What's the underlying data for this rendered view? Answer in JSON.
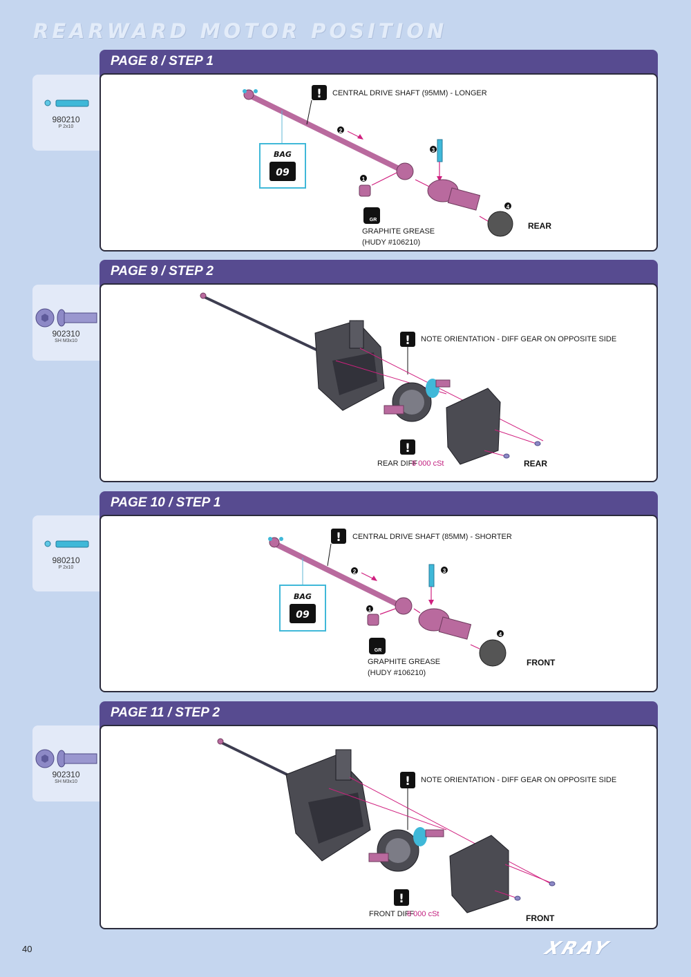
{
  "header": {
    "title": "REARWARD MOTOR POSITION"
  },
  "steps": [
    {
      "title": "PAGE 8 / STEP 1",
      "part": {
        "code": "980210",
        "desc": "P 2x10"
      },
      "note": "CENTRAL DRIVE SHAFT (95MM) - LONGER",
      "bag": {
        "label": "BAG",
        "number": "09"
      },
      "grease": {
        "line1": "GRAPHITE GREASE",
        "line2": "(HUDY #106210)",
        "icon_text": "GR"
      },
      "direction": "REAR",
      "step_numbers": [
        "1",
        "2",
        "3",
        "4"
      ]
    },
    {
      "title": "PAGE 9 / STEP 2",
      "part": {
        "code": "902310",
        "desc": "SH M3x10"
      },
      "note": "NOTE ORIENTATION - DIFF GEAR ON OPPOSITE SIDE",
      "diff": {
        "label": "REAR DIFF",
        "value": "8 000 cSt"
      },
      "direction": "REAR"
    },
    {
      "title": "PAGE 10 / STEP 1",
      "part": {
        "code": "980210",
        "desc": "P 2x10"
      },
      "note": "CENTRAL DRIVE SHAFT (85MM) - SHORTER",
      "bag": {
        "label": "BAG",
        "number": "09"
      },
      "grease": {
        "line1": "GRAPHITE GREASE",
        "line2": "(HUDY #106210)",
        "icon_text": "GR"
      },
      "direction": "FRONT",
      "step_numbers": [
        "1",
        "2",
        "3",
        "4"
      ]
    },
    {
      "title": "PAGE 11 / STEP 2",
      "part": {
        "code": "902310",
        "desc": "SH M3x10"
      },
      "note": "NOTE ORIENTATION - DIFF GEAR ON OPPOSITE SIDE",
      "diff": {
        "label": "FRONT DIFF",
        "value": "8 000 cSt"
      },
      "direction": "FRONT"
    }
  ],
  "footer": {
    "page_number": "40",
    "brand": "XRAY"
  },
  "colors": {
    "header_purple": "#574b90",
    "background": "#c5d6ef",
    "part_cyan": "#3fb8d8",
    "shaft_pink": "#b96a9e",
    "arrow_magenta": "#d0207f"
  }
}
